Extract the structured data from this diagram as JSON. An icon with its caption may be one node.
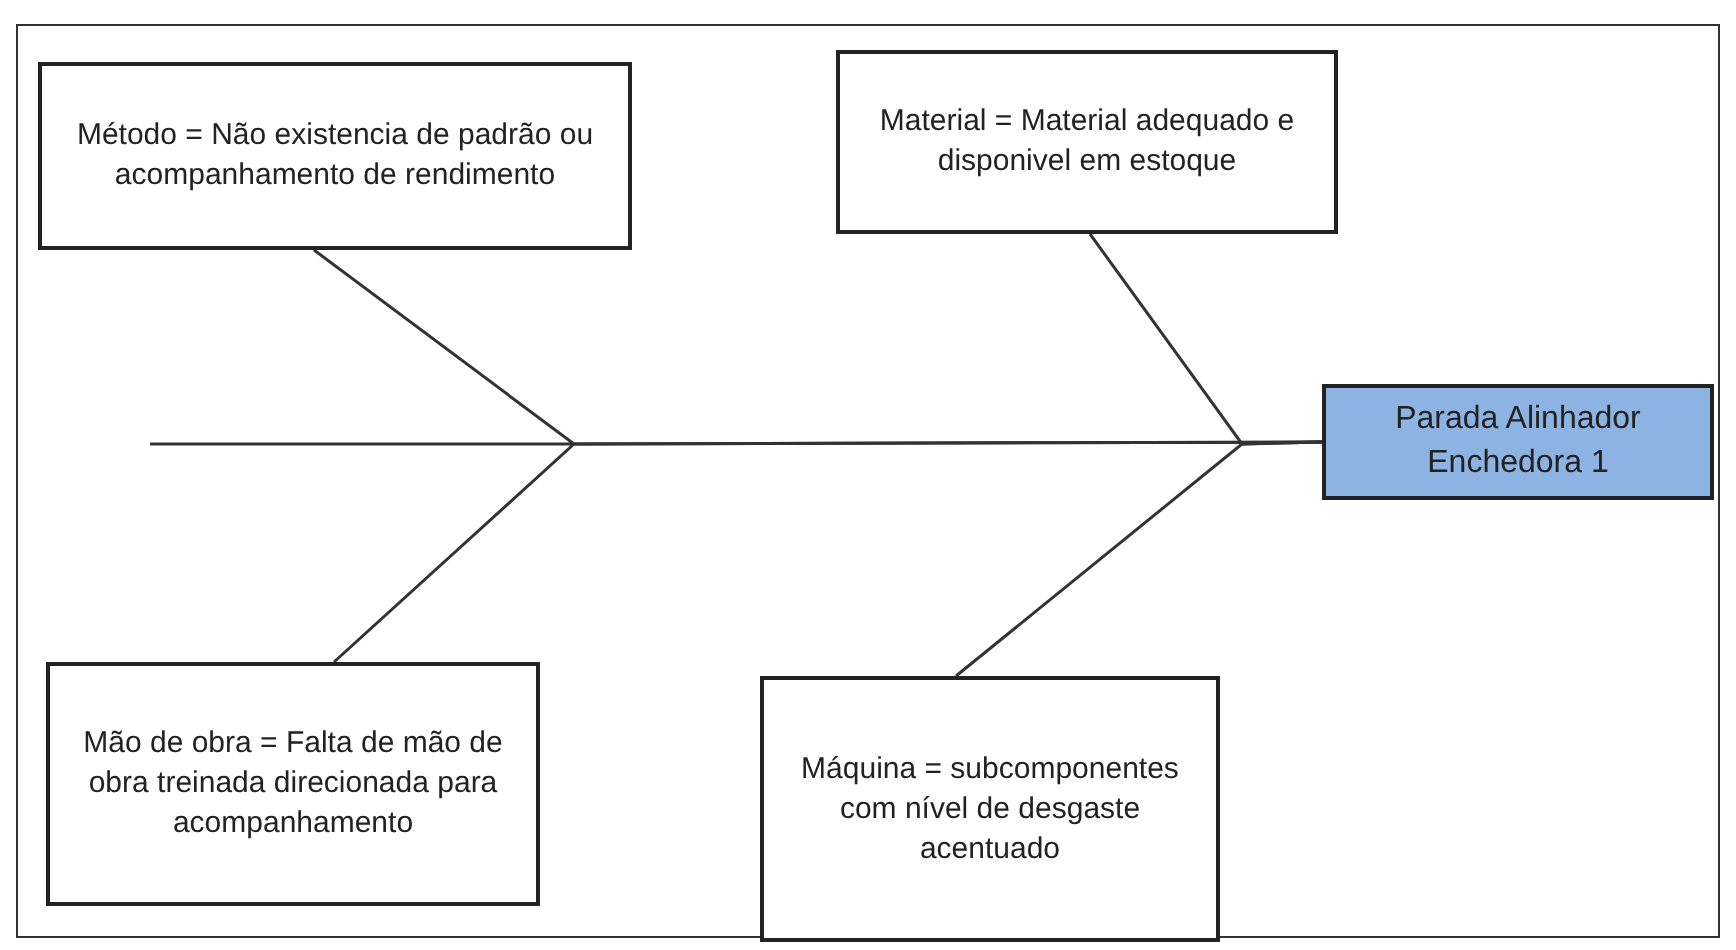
{
  "diagram": {
    "nodes": [
      {
        "text": [
          "Método = Não existencia de padrão ou acompanhamento de rendimento"
        ]
      },
      {
        "text": [
          "Material = Material adequado e disponivel em estoque"
        ]
      },
      {
        "text": [
          "Mão de obra = Falta de mão de obra treinada direcionada para acompanhamento"
        ]
      },
      {
        "text": [
          "Máquina = subcomponentes com nível de desgaste acentuado"
        ]
      },
      {
        "text": [
          "Parada Alinhador Enchedora 1"
        ]
      }
    ],
    "edges": [
      {
        "from": 0,
        "to": 4,
        "arrow": "none"
      },
      {
        "from": 1,
        "to": 4,
        "arrow": "none"
      },
      {
        "from": 2,
        "to": 4,
        "arrow": "none"
      },
      {
        "from": 3,
        "to": 4,
        "arrow": "none"
      }
    ]
  }
}
